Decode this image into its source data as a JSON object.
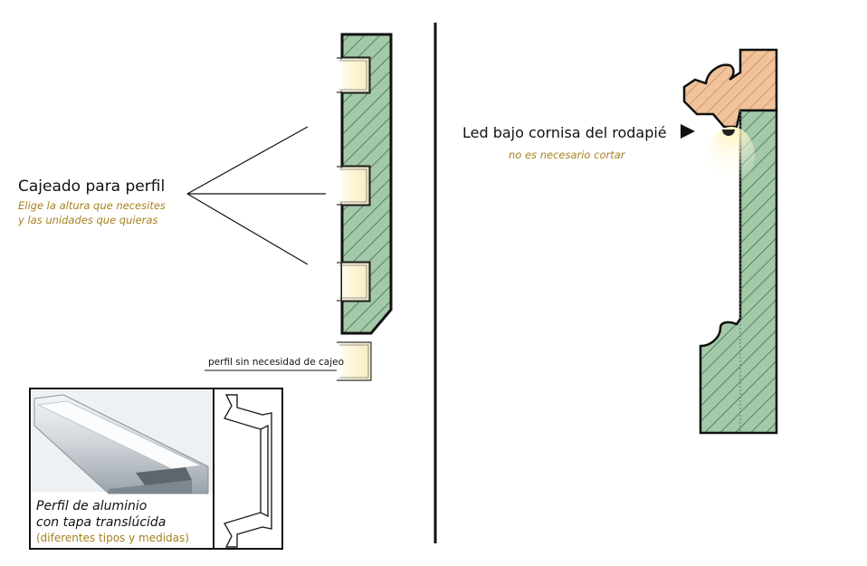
{
  "left_panel": {
    "title": "Cajeado para perfil",
    "subtitle_line1": "Elige la altura que necesites",
    "subtitle_line2": "y las unidades que quieras",
    "no_recess_label": "perfil sin necesidad de cajeo"
  },
  "right_panel": {
    "title": "Led bajo cornisa del rodapié",
    "subtitle": "no es necesario cortar"
  },
  "profile_box": {
    "caption_line1": "Perfil de aluminio",
    "caption_line2": "con tapa translúcida",
    "caption_line3": "(diferentes tipos y medidas)"
  },
  "colors": {
    "green_fill": "#a4c9a9",
    "hatch": "#3b7050",
    "cornice_fill": "#f0c39a",
    "cornice_hatch": "#c9895a",
    "accent_text": "#a5811f",
    "led_glow": "#fff2b0"
  }
}
